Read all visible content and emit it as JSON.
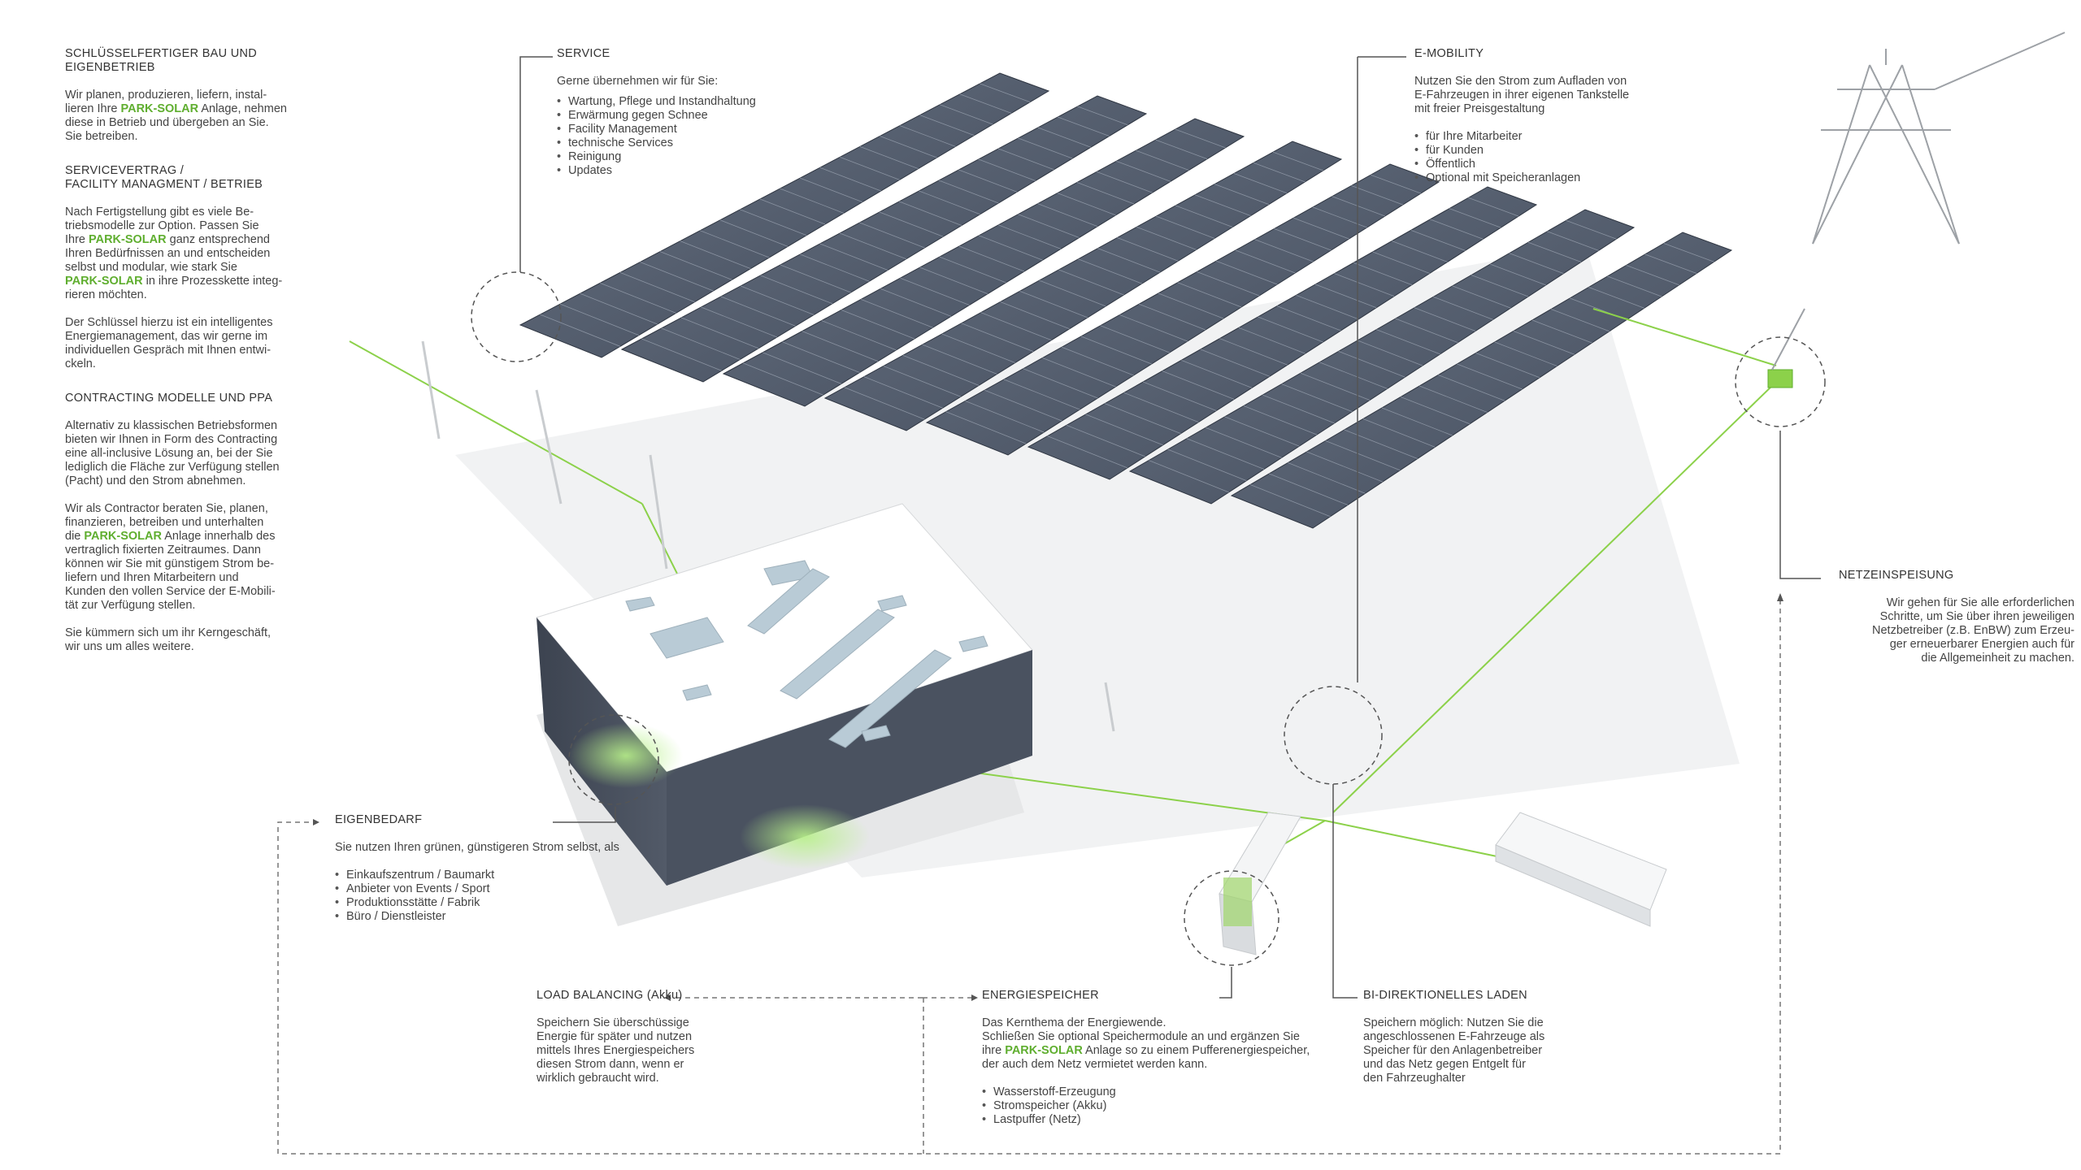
{
  "brand": "PARK-SOLAR",
  "colors": {
    "accent_green": "#5fae2f",
    "panel_blue": "#4a5566",
    "line_green": "#8cd14a"
  },
  "left_column": {
    "section1_title": "SCHLÜSSELFERTIGER BAU UND\nEIGENBETRIEB",
    "section1_a": "Wir planen, produzieren, liefern, instal-\nlieren Ihre ",
    "section1_b": " Anlage, nehmen\ndiese in Betrieb und übergeben an Sie.\nSie betreiben.",
    "section2_title": "SERVICEVERTRAG /\nFACILITY MANAGMENT / BETRIEB",
    "section2_a": "Nach Fertigstellung gibt es viele Be-\ntriebsmodelle zur Option. Passen Sie\nIhre ",
    "section2_b": " ganz entsprechend\nIhren Bedürfnissen an und entscheiden\nselbst und modular, wie stark Sie\n",
    "section2_c": " in ihre Prozesskette integ-\nrieren möchten.",
    "section2_p2": "Der Schlüssel hierzu ist ein intelligentes\nEnergiemanagement, das wir gerne im\nindividuellen Gespräch mit Ihnen entwi-\nckeln.",
    "section3_title": "CONTRACTING MODELLE UND PPA",
    "section3_p1": "Alternativ zu klassischen Betriebsformen\nbieten wir Ihnen in Form des Contracting\neine all-inclusive Lösung an, bei der Sie\nlediglich die Fläche zur Verfügung stellen\n(Pacht) und den Strom abnehmen.",
    "section3_a": "Wir als Contractor beraten Sie, planen,\nfinanzieren, betreiben und unterhalten\ndie ",
    "section3_b": " Anlage innerhalb des\nvertraglich fixierten Zeitraumes. Dann\nkönnen wir Sie mit günstigem Strom be-\nliefern und Ihren Mitarbeitern und\nKunden den vollen Service der E-Mobili-\ntät zur Verfügung stellen.",
    "section3_p3": "Sie kümmern sich um ihr Kerngeschäft,\nwir uns um alles weitere."
  },
  "service": {
    "title": "SERVICE",
    "intro": "Gerne übernehmen wir für Sie:",
    "items": [
      "Wartung, Pflege und Instandhaltung",
      "Erwärmung gegen Schnee",
      "Facility Management",
      "technische Services",
      "Reinigung",
      "Updates"
    ]
  },
  "emobility": {
    "title": "E-MOBILITY",
    "intro": "Nutzen Sie den Strom zum Aufladen von\nE-Fahrzeugen in ihrer eigenen Tankstelle\nmit freier Preisgestaltung",
    "items": [
      "für Ihre Mitarbeiter",
      "für Kunden",
      "Öffentlich",
      "Optional mit Speicheranlagen"
    ]
  },
  "netz": {
    "title": "NETZEINSPEISUNG",
    "text": "Wir gehen für Sie alle erforderlichen\nSchritte, um Sie über ihren jeweiligen\nNetzbetreiber (z.B. EnBW) zum Erzeu-\nger erneuerbarer Energien auch für\ndie Allgemeinheit zu machen."
  },
  "eigenbedarf": {
    "title": "EIGENBEDARF",
    "intro": "Sie nutzen Ihren grünen, günstigeren Strom selbst, als",
    "items": [
      "Einkaufszentrum / Baumarkt",
      "Anbieter von Events / Sport",
      "Produktionsstätte / Fabrik",
      "Büro / Dienstleister"
    ]
  },
  "load": {
    "title": "LOAD BALANCING (Akku)",
    "text": "Speichern Sie überschüssige\nEnergie für später und nutzen\nmittels Ihres Energiespeichers\ndiesen Strom dann, wenn er\nwirklich gebraucht wird."
  },
  "speicher": {
    "title": "ENERGIESPEICHER",
    "text_a": "Das Kernthema der Energiewende.\nSchließen Sie optional Speichermodule an und ergänzen Sie\nihre ",
    "text_b": " Anlage so zu einem Pufferenergiespeicher,\nder auch dem Netz vermietet werden kann.",
    "items": [
      "Wasserstoff-Erzeugung",
      "Stromspeicher (Akku)",
      "Lastpuffer (Netz)"
    ]
  },
  "bidi": {
    "title": "BI-DIREKTIONELLES LADEN",
    "text": "Speichern möglich: Nutzen Sie die\nangeschlossenen E-Fahrzeuge als\nSpeicher für den Anlagenbetreiber\nund das Netz gegen Entgelt für\nden Fahrzeughalter"
  }
}
